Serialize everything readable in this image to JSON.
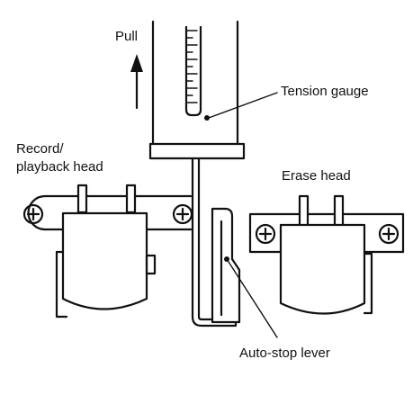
{
  "labels": {
    "pull": "Pull",
    "tension_gauge": "Tension gauge",
    "record_line1": "Record/",
    "record_line2": "playback head",
    "erase_head": "Erase head",
    "auto_stop": "Auto-stop lever"
  },
  "colors": {
    "ink": "#111111",
    "paper": "#ffffff"
  }
}
